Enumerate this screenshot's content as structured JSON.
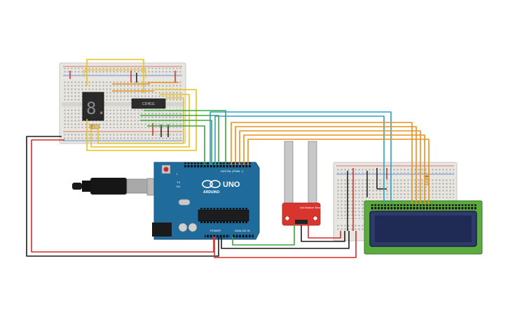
{
  "components": {
    "ic": {
      "label": "CD4511"
    },
    "seven_segment": {
      "digit": "8."
    },
    "arduino": {
      "model": "UNO",
      "brand": "ARDUINO",
      "header_digital": "DIGITAL (PWM ~)",
      "header_power": "POWER",
      "header_analog": "ANALOG IN",
      "label_tx": "TX",
      "label_rx": "RX",
      "label_l": "L"
    },
    "soil_sensor": {
      "label": "Soil Moisture Sensor"
    }
  },
  "colors": {
    "breadboard": "#e8e6e1",
    "rail_red": "#d94a4a",
    "rail_blue": "#4a6fd9",
    "arduino_blue": "#1f6c9c",
    "lcd_green": "#5cab3f",
    "lcd_screen": "#1f2a55",
    "sensor_red": "#d8352e",
    "wire_red": "#d62b2b",
    "wire_black": "#1a1a1a",
    "wire_yellow": "#e8c21c",
    "wire_orange": "#e8901c",
    "wire_green": "#3aa63a",
    "wire_blue": "#2aa0c8"
  }
}
